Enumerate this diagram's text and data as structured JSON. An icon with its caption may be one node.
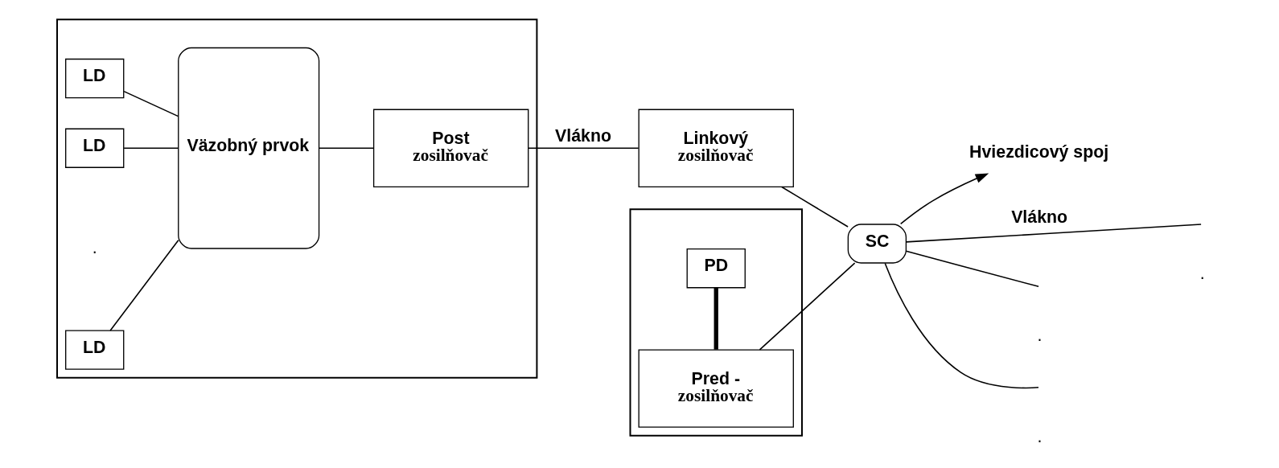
{
  "diagram": {
    "nodes": [
      {
        "text": [],
        "shape": "box"
      },
      {
        "text": [
          "LD"
        ],
        "in": 0
      },
      {
        "text": [
          "LD"
        ],
        "in": 0
      },
      {
        "text": [
          "LD"
        ],
        "in": 0
      },
      {
        "text": [
          "Väzobný prvok"
        ],
        "in": 0
      },
      {
        "text": [
          "Post",
          "zosilňovač"
        ],
        "in": 0
      },
      {
        "text": [
          "Linkový",
          "zosilňovač"
        ]
      },
      {
        "text": [],
        "shape": "box"
      },
      {
        "text": [
          "Pred -",
          "zosilňovač"
        ],
        "in": 7
      },
      {
        "text": [
          "PD"
        ],
        "in": 7
      },
      {
        "text": [
          "SC"
        ]
      },
      {
        "text": [
          "Hviezdicový spoj"
        ]
      }
    ],
    "edges": [
      {
        "from": 1,
        "to": 4,
        "arrow": "none"
      },
      {
        "from": 2,
        "to": 4,
        "arrow": "none"
      },
      {
        "from": 3,
        "to": 4,
        "arrow": "none"
      },
      {
        "from": 4,
        "to": 5,
        "arrow": "none"
      },
      {
        "from": 5,
        "to": 6,
        "arrow": "none",
        "label": "Vlákno"
      },
      {
        "from": 6,
        "to": 10,
        "arrow": "none"
      },
      {
        "from": 8,
        "to": 9,
        "arrow": "none",
        "style": "thick"
      },
      {
        "from": 8,
        "to": 10,
        "arrow": "none"
      },
      {
        "from": 10,
        "to": null,
        "arrow": "none",
        "label": "Vlákno"
      },
      {
        "from": 10,
        "to": null,
        "arrow": "none"
      },
      {
        "from": 10,
        "to": null,
        "arrow": "none"
      },
      {
        "from": 10,
        "to": 11,
        "arrow": "to"
      }
    ],
    "labels": [
      ".",
      ".",
      ".",
      "."
    ]
  }
}
